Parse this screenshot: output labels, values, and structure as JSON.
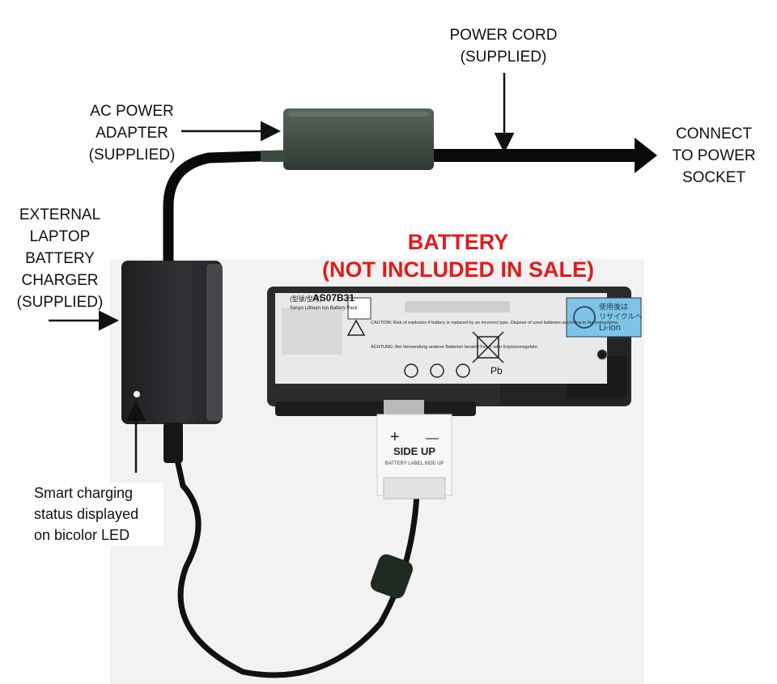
{
  "labels": {
    "power_cord": [
      "POWER CORD",
      "(SUPPLIED)"
    ],
    "ac_adapter": [
      "AC POWER",
      "ADAPTER",
      "(SUPPLIED)"
    ],
    "connect": [
      "CONNECT",
      "TO POWER",
      "SOCKET"
    ],
    "charger": [
      "EXTERNAL",
      "LAPTOP",
      "BATTERY",
      "CHARGER",
      "(SUPPLIED)"
    ],
    "battery_title": [
      "BATTERY",
      "(NOT INCLUDED IN SALE)"
    ],
    "led_note": [
      "Smart charging",
      "status displayed",
      "on bicolor LED"
    ]
  },
  "battery_label": {
    "model": "AS07B31",
    "model_prefix": "(型號/型号)",
    "maker": "Sanyo Lithium Ion Battery Pack",
    "recycle_text": [
      "使用後は",
      "リサイクルへ",
      "Li-ion"
    ],
    "pb": "Pb",
    "caution": "CAUTION: Risk of explosion if battery is replaced by an incorrect type. Dispose of used batteries according to the instructions.",
    "achtung": "ACHTUNG: Bei Verwendung anderer Batterien besteht Feuer oder Explosionsgefahr."
  },
  "clip_label": {
    "plus": "+",
    "minus": "—",
    "side_up": "SIDE UP",
    "sub": "BATTERY LABEL SIDE UP"
  },
  "colors": {
    "title": "#e21b1b",
    "adapter": "#3a4a3e",
    "charger": "#2a2b2d",
    "battery": "#2b2c2e",
    "cable": "#0a0a0a",
    "recycle_box": "#7fc4e6"
  }
}
